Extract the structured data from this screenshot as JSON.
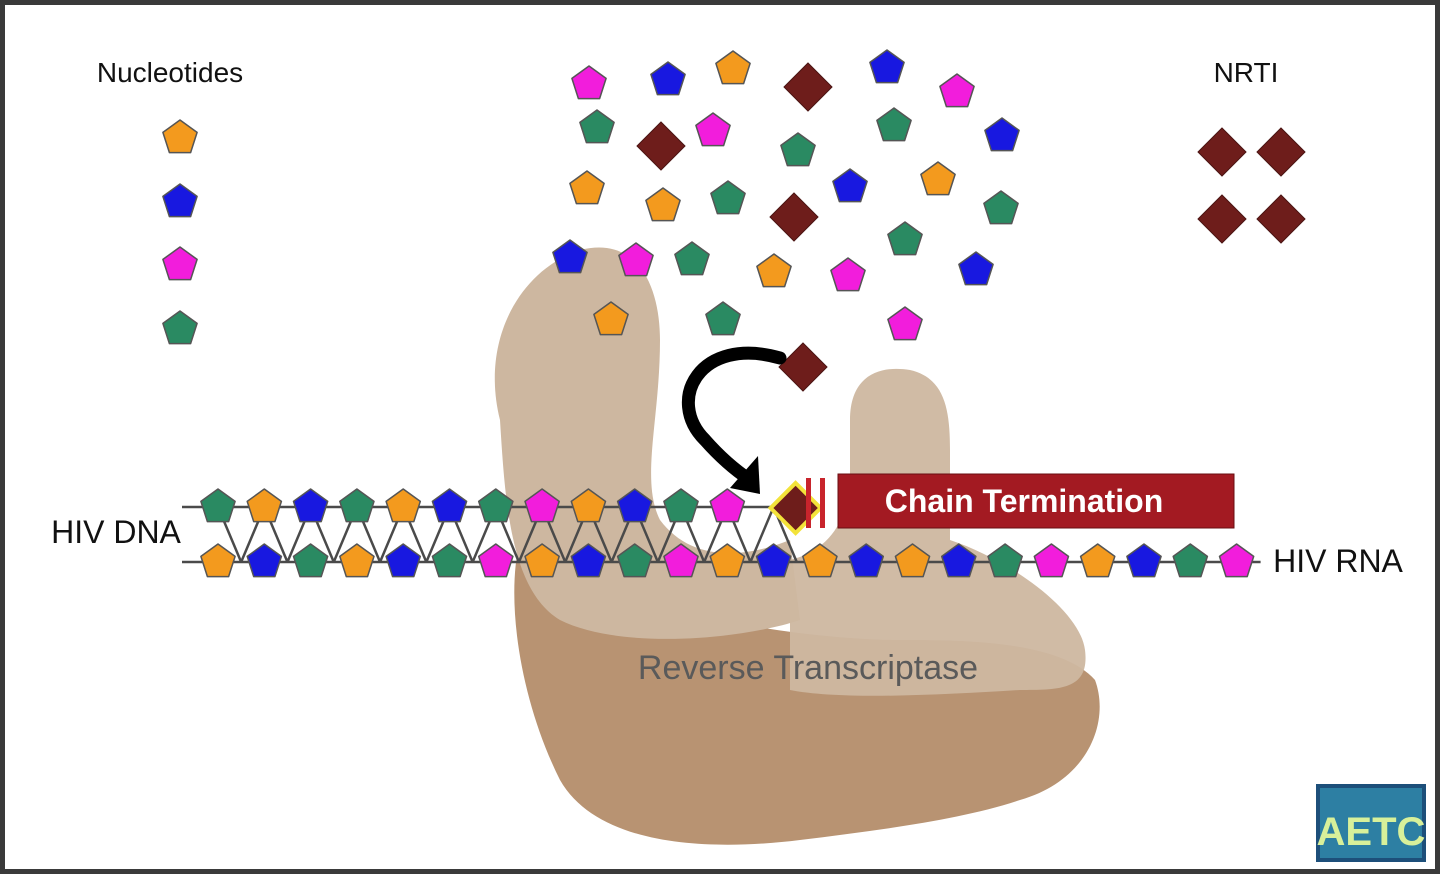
{
  "labels": {
    "nucleotides": "Nucleotides",
    "nrti": "NRTI",
    "hiv_dna": "HIV DNA",
    "hiv_rna": "HIV RNA",
    "chain_termination": "Chain Termination",
    "enzyme": "Reverse Transcriptase",
    "logo": "AETC"
  },
  "colors": {
    "orange": "#f39a1e",
    "blue": "#1818e0",
    "magenta": "#f21ddc",
    "green": "#2a8a62",
    "nrti": "#6e1d1b",
    "termination": "#a31a22",
    "enzyme_dark": "#b89372",
    "enzyme_light": "#cdb7a0",
    "backbone": "#4a4a4a",
    "nrti_outline": "#f3e33a"
  },
  "legend": {
    "nucleotides": [
      "orange",
      "blue",
      "magenta",
      "green"
    ],
    "nrti_count": 4
  },
  "strands": {
    "dna_top": [
      "green",
      "orange",
      "blue",
      "green",
      "orange",
      "blue",
      "green",
      "magenta",
      "orange",
      "blue",
      "green",
      "magenta"
    ],
    "rna_bottom": [
      "orange",
      "blue",
      "green",
      "orange",
      "blue",
      "green",
      "magenta",
      "orange",
      "blue",
      "green",
      "magenta",
      "orange",
      "blue",
      "orange",
      "blue",
      "orange",
      "blue",
      "green",
      "magenta",
      "orange",
      "blue",
      "green",
      "magenta"
    ],
    "incorporated_nrti": "nrti"
  },
  "free_molecules": [
    "magenta",
    "blue",
    "orange",
    "nrti",
    "blue",
    "magenta",
    "green",
    "nrti",
    "magenta",
    "green",
    "green",
    "blue",
    "orange",
    "orange",
    "green",
    "nrti",
    "blue",
    "orange",
    "green",
    "blue",
    "magenta",
    "green",
    "orange",
    "magenta",
    "green",
    "blue",
    "orange",
    "green",
    "magenta",
    "nrti"
  ]
}
